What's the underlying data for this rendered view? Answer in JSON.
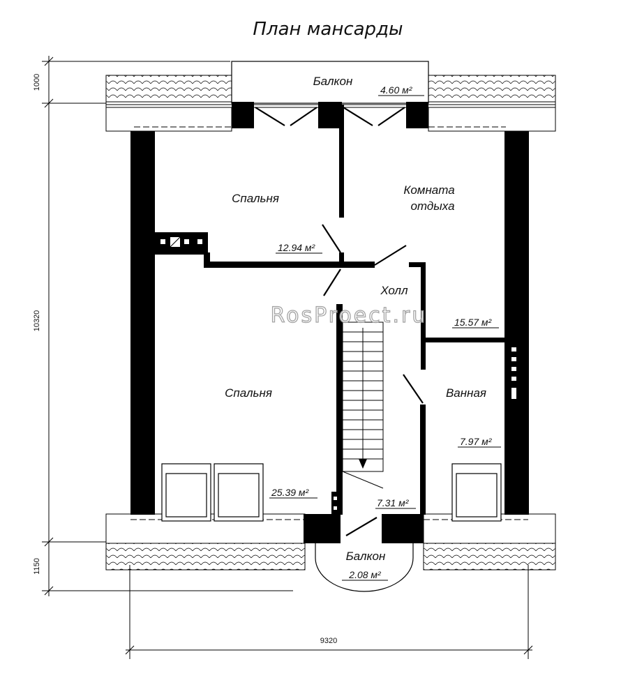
{
  "title": "План мансарды",
  "watermark": "RosProect.ru",
  "rooms": {
    "balcony_top": {
      "name": "Балкон",
      "area": "4.60 м²"
    },
    "bedroom_top": {
      "name": "Спальня",
      "area": "12.94 м²"
    },
    "lounge": {
      "name_line1": "Комната",
      "name_line2": "отдыха",
      "area": "15.57 м²"
    },
    "hall": {
      "name": "Холл",
      "area": "7.31 м²"
    },
    "bedroom_bottom": {
      "name": "Спальня",
      "area": "25.39 м²"
    },
    "bathroom": {
      "name": "Ванная",
      "area": "7.97 м²"
    },
    "balcony_bottom": {
      "name": "Балкон",
      "area": "2.08 м²"
    }
  },
  "dimensions": {
    "top_balcony": "1000",
    "height": "10320",
    "bottom_balcony": "1150",
    "width": "9320"
  }
}
